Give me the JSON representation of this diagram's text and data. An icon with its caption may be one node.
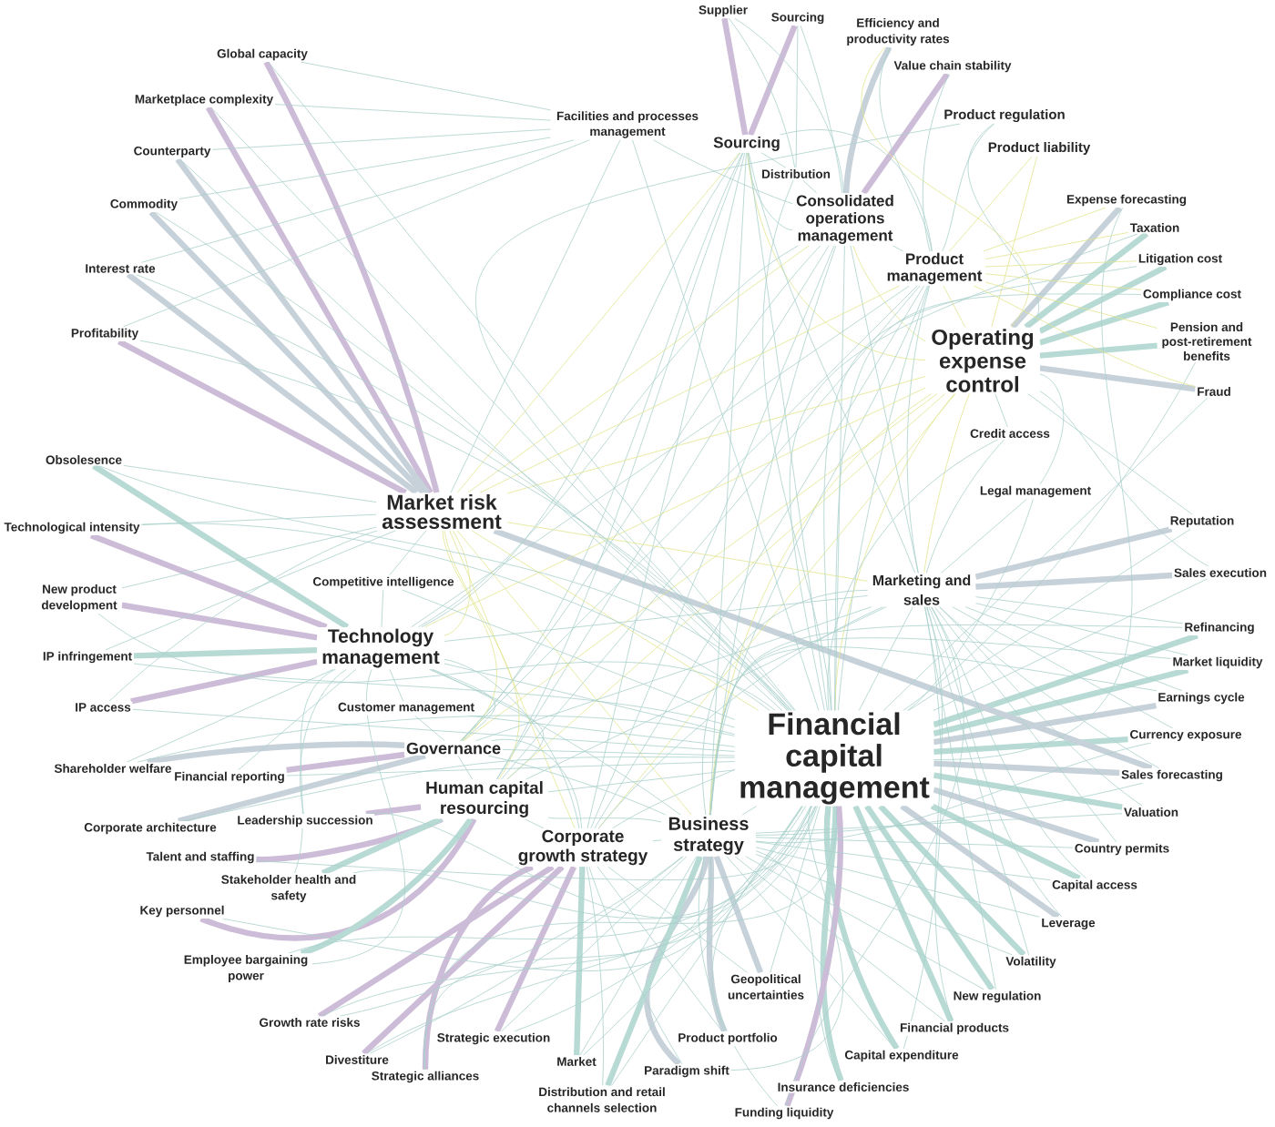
{
  "diagram": {
    "nodes": [
      {
        "text": [
          "Supplier"
        ]
      },
      {
        "text": [
          "Sourcing"
        ]
      },
      {
        "text": [
          "Efficiency and productivity rates"
        ]
      },
      {
        "text": [
          "Value chain stability"
        ]
      },
      {
        "text": [
          "Global capacity"
        ]
      },
      {
        "text": [
          "Marketplace complexity"
        ]
      },
      {
        "text": [
          "Facilities and processes management"
        ]
      },
      {
        "text": [
          "Sourcing"
        ]
      },
      {
        "text": [
          "Product regulation"
        ]
      },
      {
        "text": [
          "Product liability"
        ]
      },
      {
        "text": [
          "Counterparty"
        ]
      },
      {
        "text": [
          "Distribution"
        ]
      },
      {
        "text": [
          "Consolidated operations management"
        ]
      },
      {
        "text": [
          "Expense forecasting"
        ]
      },
      {
        "text": [
          "Commodity"
        ]
      },
      {
        "text": [
          "Taxation"
        ]
      },
      {
        "text": [
          "Product management"
        ]
      },
      {
        "text": [
          "Litigation cost"
        ]
      },
      {
        "text": [
          "Interest rate"
        ]
      },
      {
        "text": [
          "Compliance cost"
        ]
      },
      {
        "text": [
          "Pension and post-retirement benefits"
        ]
      },
      {
        "text": [
          "Profitability"
        ]
      },
      {
        "text": [
          "Operating expense control"
        ]
      },
      {
        "text": [
          "Fraud"
        ]
      },
      {
        "text": [
          "Credit access"
        ]
      },
      {
        "text": [
          "Obsolesence"
        ]
      },
      {
        "text": [
          "Legal management"
        ]
      },
      {
        "text": [
          "Market risk assessment"
        ]
      },
      {
        "text": [
          "Reputation"
        ]
      },
      {
        "text": [
          "Technological intensity"
        ]
      },
      {
        "text": [
          "Competitive intelligence"
        ]
      },
      {
        "text": [
          "Sales execution"
        ]
      },
      {
        "text": [
          "Marketing and sales"
        ]
      },
      {
        "text": [
          "New product development"
        ]
      },
      {
        "text": [
          "Refinancing"
        ]
      },
      {
        "text": [
          "Technology management"
        ]
      },
      {
        "text": [
          "IP infringement"
        ]
      },
      {
        "text": [
          "Market liquidity"
        ]
      },
      {
        "text": [
          "IP access"
        ]
      },
      {
        "text": [
          "Customer management"
        ]
      },
      {
        "text": [
          "Earnings cycle"
        ]
      },
      {
        "text": [
          "Financial capital management"
        ]
      },
      {
        "text": [
          "Currency exposure"
        ]
      },
      {
        "text": [
          "Governance"
        ]
      },
      {
        "text": [
          "Shareholder welfare"
        ]
      },
      {
        "text": [
          "Financial reporting"
        ]
      },
      {
        "text": [
          "Sales forecasting"
        ]
      },
      {
        "text": [
          "Human capital resourcing"
        ]
      },
      {
        "text": [
          "Leadership succession"
        ]
      },
      {
        "text": [
          "Valuation"
        ]
      },
      {
        "text": [
          "Corporate architecture"
        ]
      },
      {
        "text": [
          "Business strategy"
        ]
      },
      {
        "text": [
          "Corporate growth strategy"
        ]
      },
      {
        "text": [
          "Talent and staffing"
        ]
      },
      {
        "text": [
          "Country permits"
        ]
      },
      {
        "text": [
          "Stakeholder health and safety"
        ]
      },
      {
        "text": [
          "Key personnel"
        ]
      },
      {
        "text": [
          "Capital access"
        ]
      },
      {
        "text": [
          "Leverage"
        ]
      },
      {
        "text": [
          "Employee bargaining power"
        ]
      },
      {
        "text": [
          "Volatility"
        ]
      },
      {
        "text": [
          "Geopolitical uncertainties"
        ]
      },
      {
        "text": [
          "New regulation"
        ]
      },
      {
        "text": [
          "Growth rate risks"
        ]
      },
      {
        "text": [
          "Financial products"
        ]
      },
      {
        "text": [
          "Strategic execution"
        ]
      },
      {
        "text": [
          "Product portfolio"
        ]
      },
      {
        "text": [
          "Divestiture"
        ]
      },
      {
        "text": [
          "Market"
        ]
      },
      {
        "text": [
          "Capital expenditure"
        ]
      },
      {
        "text": [
          "Paradigm shift"
        ]
      },
      {
        "text": [
          "Strategic alliances"
        ]
      },
      {
        "text": [
          "Insurance deficiencies"
        ]
      },
      {
        "text": [
          "Distribution and retail channels selection"
        ]
      },
      {
        "text": [
          "Funding liquidity"
        ]
      }
    ],
    "edges": [
      {
        "from": 4,
        "to": 27,
        "arrow": "none",
        "style": "thick",
        "color": "#cdbcd8"
      },
      {
        "from": 5,
        "to": 27,
        "arrow": "none",
        "style": "thick",
        "color": "#cdbcd8"
      },
      {
        "from": 10,
        "to": 27,
        "arrow": "none",
        "style": "thick",
        "color": "#c6d1d9"
      },
      {
        "from": 14,
        "to": 27,
        "arrow": "none",
        "style": "thick",
        "color": "#c6d1d9"
      },
      {
        "from": 18,
        "to": 27,
        "arrow": "none",
        "style": "thick",
        "color": "#c6d1d9"
      },
      {
        "from": 21,
        "to": 27,
        "arrow": "none",
        "style": "thick",
        "color": "#cdbcd8"
      },
      {
        "from": 25,
        "to": 35,
        "arrow": "none",
        "style": "thick",
        "color": "#b8dad4"
      },
      {
        "from": 29,
        "to": 35,
        "arrow": "none",
        "style": "thick",
        "color": "#cdbcd8"
      },
      {
        "from": 33,
        "to": 35,
        "arrow": "none",
        "style": "thick",
        "color": "#cdbcd8"
      },
      {
        "from": 36,
        "to": 35,
        "arrow": "none",
        "style": "thick",
        "color": "#b8dad4"
      },
      {
        "from": 38,
        "to": 35,
        "arrow": "none",
        "style": "thick",
        "color": "#cdbcd8"
      },
      {
        "from": 0,
        "to": 7,
        "arrow": "none",
        "style": "thick",
        "color": "#cdbcd8"
      },
      {
        "from": 1,
        "to": 7,
        "arrow": "none",
        "style": "thick",
        "color": "#cdbcd8"
      },
      {
        "from": 2,
        "to": 12,
        "arrow": "none",
        "style": "thick",
        "color": "#c6d1d9"
      },
      {
        "from": 3,
        "to": 12,
        "arrow": "none",
        "style": "thick",
        "color": "#cdbcd8"
      },
      {
        "from": 13,
        "to": 22,
        "arrow": "none",
        "style": "thick",
        "color": "#c6d1d9"
      },
      {
        "from": 15,
        "to": 22,
        "arrow": "none",
        "style": "thick",
        "color": "#b8dad4"
      },
      {
        "from": 17,
        "to": 22,
        "arrow": "none",
        "style": "thick",
        "color": "#b8dad4"
      },
      {
        "from": 19,
        "to": 22,
        "arrow": "none",
        "style": "thick",
        "color": "#b8dad4"
      },
      {
        "from": 20,
        "to": 22,
        "arrow": "none",
        "style": "thick",
        "color": "#b8dad4"
      },
      {
        "from": 23,
        "to": 22,
        "arrow": "none",
        "style": "thick",
        "color": "#c6d1d9"
      },
      {
        "from": 28,
        "to": 32,
        "arrow": "none",
        "style": "thick",
        "color": "#c6d1d9"
      },
      {
        "from": 31,
        "to": 32,
        "arrow": "none",
        "style": "thick",
        "color": "#c6d1d9"
      },
      {
        "from": 44,
        "to": 43,
        "arrow": "none",
        "style": "thick",
        "color": "#c6d1d9"
      },
      {
        "from": 45,
        "to": 43,
        "arrow": "none",
        "style": "thick",
        "color": "#cdbcd8"
      },
      {
        "from": 50,
        "to": 43,
        "arrow": "none",
        "style": "thick",
        "color": "#c6d1d9"
      },
      {
        "from": 48,
        "to": 47,
        "arrow": "none",
        "style": "thick",
        "color": "#cdbcd8"
      },
      {
        "from": 53,
        "to": 47,
        "arrow": "none",
        "style": "thick",
        "color": "#cdbcd8"
      },
      {
        "from": 56,
        "to": 47,
        "arrow": "none",
        "style": "thick",
        "color": "#cdbcd8"
      },
      {
        "from": 55,
        "to": 47,
        "arrow": "none",
        "style": "thick",
        "color": "#b8dad4"
      },
      {
        "from": 59,
        "to": 47,
        "arrow": "none",
        "style": "thick",
        "color": "#b8dad4"
      },
      {
        "from": 63,
        "to": 52,
        "arrow": "none",
        "style": "thick",
        "color": "#cdbcd8"
      },
      {
        "from": 67,
        "to": 52,
        "arrow": "none",
        "style": "thick",
        "color": "#cdbcd8"
      },
      {
        "from": 71,
        "to": 52,
        "arrow": "none",
        "style": "thick",
        "color": "#cdbcd8"
      },
      {
        "from": 65,
        "to": 52,
        "arrow": "none",
        "style": "thick",
        "color": "#cdbcd8"
      },
      {
        "from": 68,
        "to": 52,
        "arrow": "none",
        "style": "thick",
        "color": "#b8dad4"
      },
      {
        "from": 66,
        "to": 51,
        "arrow": "none",
        "style": "thick",
        "color": "#c6d1d9"
      },
      {
        "from": 70,
        "to": 51,
        "arrow": "none",
        "style": "thick",
        "color": "#c6d1d9"
      },
      {
        "from": 61,
        "to": 51,
        "arrow": "none",
        "style": "thick",
        "color": "#c6d1d9"
      },
      {
        "from": 73,
        "to": 51,
        "arrow": "none",
        "style": "thick",
        "color": "#b8dad4"
      },
      {
        "from": 34,
        "to": 41,
        "arrow": "none",
        "style": "thick",
        "color": "#b8dad4"
      },
      {
        "from": 37,
        "to": 41,
        "arrow": "none",
        "style": "thick",
        "color": "#b8dad4"
      },
      {
        "from": 40,
        "to": 41,
        "arrow": "none",
        "style": "thick",
        "color": "#c6d1d9"
      },
      {
        "from": 42,
        "to": 41,
        "arrow": "none",
        "style": "thick",
        "color": "#b8dad4"
      },
      {
        "from": 46,
        "to": 41,
        "arrow": "none",
        "style": "thick",
        "color": "#c6d1d9"
      },
      {
        "from": 49,
        "to": 41,
        "arrow": "none",
        "style": "thick",
        "color": "#b8dad4"
      },
      {
        "from": 54,
        "to": 41,
        "arrow": "none",
        "style": "thick",
        "color": "#c6d1d9"
      },
      {
        "from": 57,
        "to": 41,
        "arrow": "none",
        "style": "thick",
        "color": "#b8dad4"
      },
      {
        "from": 58,
        "to": 41,
        "arrow": "none",
        "style": "thick",
        "color": "#c6d1d9"
      },
      {
        "from": 60,
        "to": 41,
        "arrow": "none",
        "style": "thick",
        "color": "#b8dad4"
      },
      {
        "from": 62,
        "to": 41,
        "arrow": "none",
        "style": "thick",
        "color": "#b8dad4"
      },
      {
        "from": 64,
        "to": 41,
        "arrow": "none",
        "style": "thick",
        "color": "#b8dad4"
      },
      {
        "from": 69,
        "to": 41,
        "arrow": "none",
        "style": "thick",
        "color": "#b8dad4"
      },
      {
        "from": 72,
        "to": 41,
        "arrow": "none",
        "style": "thick",
        "color": "#b8dad4"
      },
      {
        "from": 74,
        "to": 41,
        "arrow": "none",
        "style": "thick",
        "color": "#cdbcd8"
      },
      {
        "from": 27,
        "to": 46,
        "arrow": "none",
        "style": "thick",
        "color": "#c6d1d9"
      },
      {
        "from": 8,
        "to": 16,
        "arrow": "none"
      },
      {
        "from": 8,
        "to": 22,
        "arrow": "none"
      },
      {
        "from": 8,
        "to": 41,
        "arrow": "none"
      },
      {
        "from": 9,
        "to": 16,
        "arrow": "none",
        "color": "#e2e58e"
      },
      {
        "from": 9,
        "to": 22,
        "arrow": "none",
        "color": "#e2e58e"
      },
      {
        "from": 7,
        "to": 12,
        "arrow": "none"
      },
      {
        "from": 7,
        "to": 16,
        "arrow": "none"
      },
      {
        "from": 7,
        "to": 22,
        "arrow": "none",
        "color": "#e2e58e"
      },
      {
        "from": 7,
        "to": 27,
        "arrow": "none",
        "color": "#e2e58e"
      },
      {
        "from": 7,
        "to": 32,
        "arrow": "none"
      },
      {
        "from": 7,
        "to": 35,
        "arrow": "none"
      },
      {
        "from": 7,
        "to": 41,
        "arrow": "none"
      },
      {
        "from": 7,
        "to": 43,
        "arrow": "none"
      },
      {
        "from": 7,
        "to": 47,
        "arrow": "none"
      },
      {
        "from": 7,
        "to": 51,
        "arrow": "none"
      },
      {
        "from": 7,
        "to": 52,
        "arrow": "none"
      },
      {
        "from": 12,
        "to": 16,
        "arrow": "none"
      },
      {
        "from": 12,
        "to": 22,
        "arrow": "none",
        "color": "#e2e58e"
      },
      {
        "from": 12,
        "to": 27,
        "arrow": "none",
        "color": "#e2e58e"
      },
      {
        "from": 12,
        "to": 32,
        "arrow": "none"
      },
      {
        "from": 12,
        "to": 35,
        "arrow": "none"
      },
      {
        "from": 12,
        "to": 41,
        "arrow": "none"
      },
      {
        "from": 12,
        "to": 43,
        "arrow": "none"
      },
      {
        "from": 12,
        "to": 47,
        "arrow": "none"
      },
      {
        "from": 12,
        "to": 51,
        "arrow": "none"
      },
      {
        "from": 12,
        "to": 52,
        "arrow": "none"
      },
      {
        "from": 16,
        "to": 22,
        "arrow": "none",
        "color": "#e2e58e"
      },
      {
        "from": 16,
        "to": 27,
        "arrow": "none",
        "color": "#e2e58e"
      },
      {
        "from": 16,
        "to": 32,
        "arrow": "none"
      },
      {
        "from": 16,
        "to": 35,
        "arrow": "none"
      },
      {
        "from": 16,
        "to": 41,
        "arrow": "none"
      },
      {
        "from": 16,
        "to": 43,
        "arrow": "none"
      },
      {
        "from": 16,
        "to": 47,
        "arrow": "none"
      },
      {
        "from": 16,
        "to": 51,
        "arrow": "none"
      },
      {
        "from": 16,
        "to": 52,
        "arrow": "none"
      },
      {
        "from": 22,
        "to": 27,
        "arrow": "none",
        "color": "#e2e58e"
      },
      {
        "from": 22,
        "to": 32,
        "arrow": "none",
        "color": "#e2e58e"
      },
      {
        "from": 22,
        "to": 35,
        "arrow": "none",
        "color": "#e2e58e"
      },
      {
        "from": 22,
        "to": 41,
        "arrow": "none",
        "color": "#e2e58e"
      },
      {
        "from": 22,
        "to": 43,
        "arrow": "none",
        "color": "#e2e58e"
      },
      {
        "from": 22,
        "to": 47,
        "arrow": "none",
        "color": "#e2e58e"
      },
      {
        "from": 22,
        "to": 51,
        "arrow": "none",
        "color": "#e2e58e"
      },
      {
        "from": 22,
        "to": 52,
        "arrow": "none",
        "color": "#e2e58e"
      },
      {
        "from": 27,
        "to": 32,
        "arrow": "none",
        "color": "#e2e58e"
      },
      {
        "from": 27,
        "to": 35,
        "arrow": "none",
        "color": "#e2e58e"
      },
      {
        "from": 27,
        "to": 41,
        "arrow": "none",
        "color": "#e2e58e"
      },
      {
        "from": 27,
        "to": 43,
        "arrow": "none",
        "color": "#e2e58e"
      },
      {
        "from": 27,
        "to": 47,
        "arrow": "none",
        "color": "#e2e58e"
      },
      {
        "from": 27,
        "to": 51,
        "arrow": "none",
        "color": "#e2e58e"
      },
      {
        "from": 27,
        "to": 52,
        "arrow": "none",
        "color": "#e2e58e"
      },
      {
        "from": 32,
        "to": 35,
        "arrow": "none"
      },
      {
        "from": 32,
        "to": 41,
        "arrow": "none"
      },
      {
        "from": 32,
        "to": 43,
        "arrow": "none"
      },
      {
        "from": 32,
        "to": 47,
        "arrow": "none"
      },
      {
        "from": 32,
        "to": 51,
        "arrow": "none"
      },
      {
        "from": 32,
        "to": 52,
        "arrow": "none"
      },
      {
        "from": 35,
        "to": 41,
        "arrow": "none"
      },
      {
        "from": 35,
        "to": 43,
        "arrow": "none"
      },
      {
        "from": 35,
        "to": 47,
        "arrow": "none"
      },
      {
        "from": 35,
        "to": 51,
        "arrow": "none"
      },
      {
        "from": 35,
        "to": 52,
        "arrow": "none"
      },
      {
        "from": 41,
        "to": 43,
        "arrow": "none"
      },
      {
        "from": 41,
        "to": 47,
        "arrow": "none"
      },
      {
        "from": 41,
        "to": 51,
        "arrow": "none"
      },
      {
        "from": 41,
        "to": 52,
        "arrow": "none"
      },
      {
        "from": 43,
        "to": 47,
        "arrow": "none"
      },
      {
        "from": 43,
        "to": 51,
        "arrow": "none"
      },
      {
        "from": 43,
        "to": 52,
        "arrow": "none"
      },
      {
        "from": 47,
        "to": 51,
        "arrow": "none"
      },
      {
        "from": 47,
        "to": 52,
        "arrow": "none"
      },
      {
        "from": 51,
        "to": 52,
        "arrow": "none"
      },
      {
        "from": 4,
        "to": 41,
        "arrow": "none"
      },
      {
        "from": 4,
        "to": 6,
        "arrow": "none"
      },
      {
        "from": 5,
        "to": 41,
        "arrow": "none"
      },
      {
        "from": 5,
        "to": 6,
        "arrow": "none"
      },
      {
        "from": 10,
        "to": 41,
        "arrow": "none"
      },
      {
        "from": 10,
        "to": 6,
        "arrow": "none"
      },
      {
        "from": 14,
        "to": 41,
        "arrow": "none"
      },
      {
        "from": 14,
        "to": 6,
        "arrow": "none"
      },
      {
        "from": 18,
        "to": 41,
        "arrow": "none"
      },
      {
        "from": 18,
        "to": 6,
        "arrow": "none"
      },
      {
        "from": 21,
        "to": 41,
        "arrow": "none"
      },
      {
        "from": 21,
        "to": 6,
        "arrow": "none"
      },
      {
        "from": 25,
        "to": 41,
        "arrow": "none"
      },
      {
        "from": 25,
        "to": 27,
        "arrow": "none"
      },
      {
        "from": 29,
        "to": 41,
        "arrow": "none"
      },
      {
        "from": 29,
        "to": 27,
        "arrow": "none"
      },
      {
        "from": 33,
        "to": 41,
        "arrow": "none"
      },
      {
        "from": 33,
        "to": 27,
        "arrow": "none"
      },
      {
        "from": 36,
        "to": 41,
        "arrow": "none"
      },
      {
        "from": 36,
        "to": 27,
        "arrow": "none"
      },
      {
        "from": 38,
        "to": 41,
        "arrow": "none"
      },
      {
        "from": 38,
        "to": 27,
        "arrow": "none"
      },
      {
        "from": 44,
        "to": 41,
        "arrow": "none"
      },
      {
        "from": 44,
        "to": 35,
        "arrow": "none"
      },
      {
        "from": 45,
        "to": 41,
        "arrow": "none"
      },
      {
        "from": 45,
        "to": 35,
        "arrow": "none"
      },
      {
        "from": 48,
        "to": 41,
        "arrow": "none"
      },
      {
        "from": 48,
        "to": 35,
        "arrow": "none"
      },
      {
        "from": 50,
        "to": 41,
        "arrow": "none"
      },
      {
        "from": 53,
        "to": 41,
        "arrow": "none"
      },
      {
        "from": 55,
        "to": 41,
        "arrow": "none"
      },
      {
        "from": 55,
        "to": 35,
        "arrow": "none"
      },
      {
        "from": 56,
        "to": 41,
        "arrow": "none"
      },
      {
        "from": 59,
        "to": 41,
        "arrow": "none"
      },
      {
        "from": 59,
        "to": 35,
        "arrow": "none"
      },
      {
        "from": 63,
        "to": 41,
        "arrow": "none"
      },
      {
        "from": 63,
        "to": 51,
        "arrow": "none"
      },
      {
        "from": 65,
        "to": 41,
        "arrow": "none"
      },
      {
        "from": 65,
        "to": 51,
        "arrow": "none"
      },
      {
        "from": 67,
        "to": 41,
        "arrow": "none"
      },
      {
        "from": 67,
        "to": 51,
        "arrow": "none"
      },
      {
        "from": 71,
        "to": 41,
        "arrow": "none"
      },
      {
        "from": 71,
        "to": 51,
        "arrow": "none"
      },
      {
        "from": 68,
        "to": 41,
        "arrow": "none"
      },
      {
        "from": 68,
        "to": 51,
        "arrow": "none"
      },
      {
        "from": 66,
        "to": 41,
        "arrow": "none"
      },
      {
        "from": 66,
        "to": 52,
        "arrow": "none"
      },
      {
        "from": 70,
        "to": 41,
        "arrow": "none"
      },
      {
        "from": 70,
        "to": 52,
        "arrow": "none"
      },
      {
        "from": 61,
        "to": 41,
        "arrow": "none"
      },
      {
        "from": 61,
        "to": 52,
        "arrow": "none"
      },
      {
        "from": 73,
        "to": 41,
        "arrow": "none"
      },
      {
        "from": 73,
        "to": 52,
        "arrow": "none"
      },
      {
        "from": 34,
        "to": 51,
        "arrow": "none"
      },
      {
        "from": 34,
        "to": 32,
        "arrow": "none"
      },
      {
        "from": 37,
        "to": 51,
        "arrow": "none"
      },
      {
        "from": 37,
        "to": 32,
        "arrow": "none"
      },
      {
        "from": 40,
        "to": 51,
        "arrow": "none"
      },
      {
        "from": 40,
        "to": 32,
        "arrow": "none"
      },
      {
        "from": 42,
        "to": 51,
        "arrow": "none"
      },
      {
        "from": 42,
        "to": 32,
        "arrow": "none"
      },
      {
        "from": 46,
        "to": 51,
        "arrow": "none"
      },
      {
        "from": 46,
        "to": 32,
        "arrow": "none"
      },
      {
        "from": 49,
        "to": 51,
        "arrow": "none"
      },
      {
        "from": 49,
        "to": 32,
        "arrow": "none"
      },
      {
        "from": 54,
        "to": 51,
        "arrow": "none"
      },
      {
        "from": 54,
        "to": 32,
        "arrow": "none"
      },
      {
        "from": 57,
        "to": 51,
        "arrow": "none"
      },
      {
        "from": 57,
        "to": 32,
        "arrow": "none"
      },
      {
        "from": 58,
        "to": 51,
        "arrow": "none"
      },
      {
        "from": 58,
        "to": 32,
        "arrow": "none"
      },
      {
        "from": 60,
        "to": 51,
        "arrow": "none"
      },
      {
        "from": 60,
        "to": 32,
        "arrow": "none"
      },
      {
        "from": 62,
        "to": 51,
        "arrow": "none"
      },
      {
        "from": 62,
        "to": 32,
        "arrow": "none"
      },
      {
        "from": 64,
        "to": 51,
        "arrow": "none"
      },
      {
        "from": 64,
        "to": 32,
        "arrow": "none"
      },
      {
        "from": 69,
        "to": 51,
        "arrow": "none"
      },
      {
        "from": 69,
        "to": 32,
        "arrow": "none"
      },
      {
        "from": 72,
        "to": 51,
        "arrow": "none"
      },
      {
        "from": 74,
        "to": 51,
        "arrow": "none"
      },
      {
        "from": 74,
        "to": 32,
        "arrow": "none"
      },
      {
        "from": 13,
        "to": 41,
        "arrow": "none"
      },
      {
        "from": 13,
        "to": 16,
        "arrow": "none",
        "color": "#e2e58e"
      },
      {
        "from": 15,
        "to": 41,
        "arrow": "none"
      },
      {
        "from": 15,
        "to": 16,
        "arrow": "none",
        "color": "#e2e58e"
      },
      {
        "from": 17,
        "to": 41,
        "arrow": "none"
      },
      {
        "from": 17,
        "to": 16,
        "arrow": "none",
        "color": "#e2e58e"
      },
      {
        "from": 19,
        "to": 41,
        "arrow": "none"
      },
      {
        "from": 19,
        "to": 16,
        "arrow": "none",
        "color": "#e2e58e"
      },
      {
        "from": 20,
        "to": 41,
        "arrow": "none"
      },
      {
        "from": 20,
        "to": 16,
        "arrow": "none",
        "color": "#e2e58e"
      },
      {
        "from": 23,
        "to": 41,
        "arrow": "none"
      },
      {
        "from": 23,
        "to": 16,
        "arrow": "none",
        "color": "#e2e58e"
      },
      {
        "from": 28,
        "to": 41,
        "arrow": "none"
      },
      {
        "from": 28,
        "to": 22,
        "arrow": "none"
      },
      {
        "from": 31,
        "to": 41,
        "arrow": "none"
      },
      {
        "from": 31,
        "to": 22,
        "arrow": "none"
      },
      {
        "from": 0,
        "to": 12,
        "arrow": "none"
      },
      {
        "from": 0,
        "to": 11,
        "arrow": "none"
      },
      {
        "from": 1,
        "to": 12,
        "arrow": "none"
      },
      {
        "from": 1,
        "to": 11,
        "arrow": "none"
      },
      {
        "from": 2,
        "to": 16,
        "arrow": "none"
      },
      {
        "from": 2,
        "to": 22,
        "arrow": "none",
        "color": "#e2e58e"
      },
      {
        "from": 3,
        "to": 16,
        "arrow": "none"
      },
      {
        "from": 6,
        "to": 12,
        "arrow": "none"
      },
      {
        "from": 6,
        "to": 41,
        "arrow": "none"
      },
      {
        "from": 6,
        "to": 27,
        "arrow": "none"
      },
      {
        "from": 11,
        "to": 12,
        "arrow": "none"
      },
      {
        "from": 11,
        "to": 7,
        "arrow": "none"
      },
      {
        "from": 11,
        "to": 41,
        "arrow": "none"
      },
      {
        "from": 24,
        "to": 22,
        "arrow": "none"
      },
      {
        "from": 24,
        "to": 41,
        "arrow": "none"
      },
      {
        "from": 24,
        "to": 32,
        "arrow": "none"
      },
      {
        "from": 26,
        "to": 22,
        "arrow": "none"
      },
      {
        "from": 26,
        "to": 41,
        "arrow": "none"
      },
      {
        "from": 26,
        "to": 32,
        "arrow": "none"
      },
      {
        "from": 30,
        "to": 27,
        "arrow": "none"
      },
      {
        "from": 30,
        "to": 35,
        "arrow": "none"
      },
      {
        "from": 30,
        "to": 41,
        "arrow": "none"
      },
      {
        "from": 39,
        "to": 35,
        "arrow": "none"
      },
      {
        "from": 39,
        "to": 43,
        "arrow": "none"
      },
      {
        "from": 39,
        "to": 41,
        "arrow": "none"
      }
    ]
  }
}
